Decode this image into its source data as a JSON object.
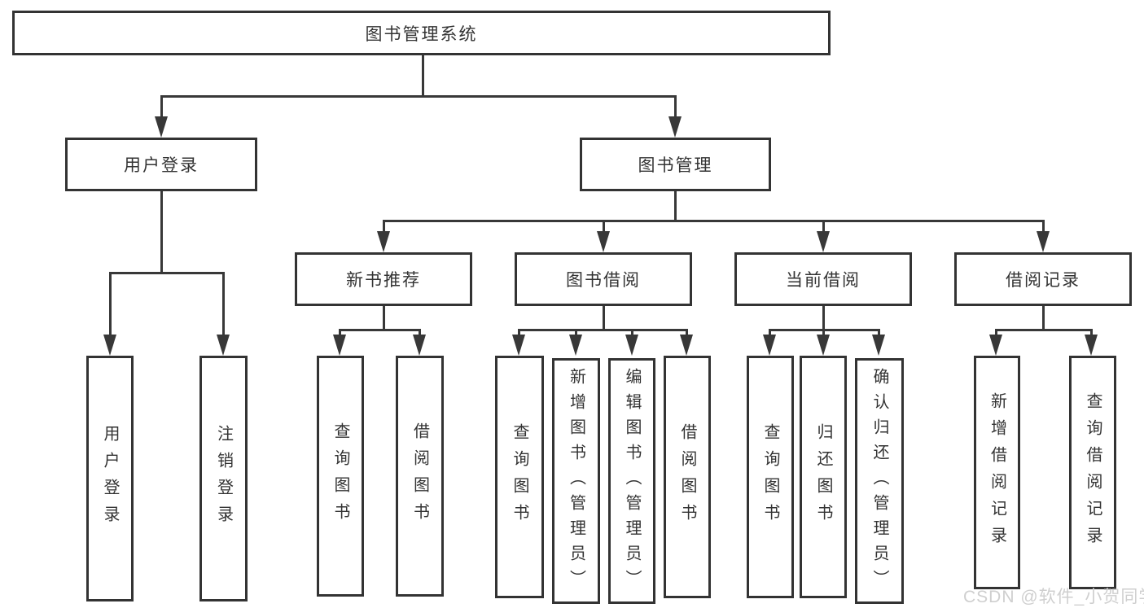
{
  "diagram_title": "图书管理系统",
  "tree": {
    "label": "图书管理系统",
    "children": [
      {
        "label": "用户登录",
        "children": [
          {
            "label": "用户登录"
          },
          {
            "label": "注销登录"
          }
        ]
      },
      {
        "label": "图书管理",
        "children": [
          {
            "label": "新书推荐",
            "children": [
              {
                "label": "查询图书"
              },
              {
                "label": "借阅图书"
              }
            ]
          },
          {
            "label": "图书借阅",
            "children": [
              {
                "label": "查询图书"
              },
              {
                "label": "新增图书（管理员）"
              },
              {
                "label": "编辑图书（管理员）"
              },
              {
                "label": "借阅图书"
              }
            ]
          },
          {
            "label": "当前借阅",
            "children": [
              {
                "label": "查询图书"
              },
              {
                "label": "归还图书"
              },
              {
                "label": "确认归还（管理员）"
              }
            ]
          },
          {
            "label": "借阅记录",
            "children": [
              {
                "label": "新增借阅记录"
              },
              {
                "label": "查询借阅记录"
              }
            ]
          }
        ]
      }
    ]
  },
  "watermark": {
    "text": "CSDN @软件_小贺同学"
  },
  "colors": {
    "line": "#383838",
    "box_border": "#333333",
    "text": "#333333",
    "watermark_text": "#cfcfcf",
    "background": "#ffffff"
  }
}
